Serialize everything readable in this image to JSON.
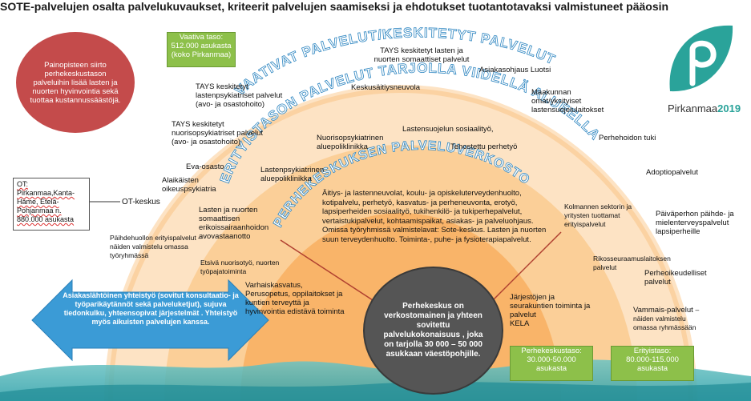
{
  "title": "SOTE-palvelujen osalta palvelukuvaukset, kriteerit palvelujen saamiseksi ja ehdotukset tuotantotavaksi valmistuneet pääosin",
  "logo": {
    "name": "Pirkanmaa",
    "year": "2019"
  },
  "arc_labels": {
    "outer": "VAATIVAT PALVELUT/KESKITETYT PALVELUT",
    "middle": "ERITYISTASON PALVELUT TARJOLLA VIIDELLÄ ALUEELLA",
    "inner": "PERHEKESKUKSEN PALVELUVERKOSTO"
  },
  "boxes": {
    "vaativa": "Vaativa taso:\n512.000 asukasta\n(koko Pirkanmaa)",
    "ot": "OT:\nPirkanmaa,Kanta-Häme, Etelä-Pohjanmaa n. 880.000 asukasta",
    "perhekeskustaso": "Perhekeskustaso:\n30.000-50.000\nasukasta",
    "erityistaso": "Erityistaso:\n80.000-115.000\nasukasta"
  },
  "red_circle": "Painopisteen siirto perhekeskustason palveluihin lisää lasten ja nuorten hyvinvointia sekä tuottaa kustannussäästöjä.",
  "center_circle": "Perhekeskus on verkostomainen ja yhteen sovitettu palvelukokonaisuus , joka on tarjolla 30 000 – 50 000 asukkaan väestöpohjille.",
  "arrow_text": "Asiakaslähtöinen yhteistyö (sovitut konsultaatio- ja työparikäytännöt sekä palveluketjut), sujuva tiedonkulku, yhteensopivat järjestelmät . Yhteistyö myös aikuisten palvelujen kanssa.",
  "labels": {
    "ot_keskus": "OT-keskus",
    "tays_lasten_nuorten": "TAYS keskitetyt lasten ja nuorten somaattiset palvelut",
    "asiakasohjaus": "Asiakasohjaus Luotsi",
    "tays_lastenpsyk": "TAYS keskitetyt lastenpsykiatriset palvelut (avo- ja osastohoito)",
    "keskussairaala": "Keskusäitiysneuvola",
    "maakunnan": "Maakunnan omat/yksityiset lastensuojelulaitokset",
    "tays_nuorisopsyk": "TAYS keskitetyt nuorisopsykiatriset palvelut (avo- ja osastohoito)",
    "lastensuojelun": "Lastensuojelun sosiaalityö,",
    "nuorisopsyk_alue": "Nuorisopsykiatrinen aluepoliklinikka",
    "tehostettu": "Tehostettu perhetyö",
    "perhehoidon": "Perhehoidon tuki",
    "eva": "Eva-osasto",
    "alaikaisten": "Alaikäisten oikeuspsykiatria",
    "lastenpsyk_alue": "Lastenpsykiatrinen aluepoliklinikka",
    "adoptio": "Adoptiopalvelut",
    "lasten_nuorten_somaattisen": "Lasten ja nuorten somaattisen erikoissairaanhoidon avovastaanotto",
    "paihdehuollon": "Päihdehuollon erityispalvelut – näiden valmistelu omassa työryhmässä",
    "etsiva": "Etsivä nuorisotyö, nuorten työpajatoiminta",
    "perhekeskus_list": "Äitiys- ja lastenneuvolat, koulu- ja opiskeluterveydenhuolto, kotipalvelu, perhetyö, kasvatus- ja perheneuvonta, erotyö, lapsiperheiden sosiaalityö, tukihenkilö- ja tukiperhepalvelut, vertaistukipalvelut, kohtaamispaikat, asiakas- ja palveluohjaus. Omissa työryhmissä valmistelavat: Sote-keskus. Lasten ja nuorten suun terveydenhuolto. Toiminta-, puhe- ja fysioterapiapalvelut.",
    "kolmannen": "Kolmannen sektorin ja yritysten tuottamat erityispalvelut",
    "paivaperhon": "Päiväperhon päihde- ja mielenterveyspalvelut lapsiperheille",
    "rikos": "Rikosseuraamuslaitoksen palvelut",
    "perheoikeudelliset": "Perheoikeudelliset palvelut",
    "varhaiskasvatus": "Varhaiskasvatus, Perusopetus, oppilaitokset ja kuntien terveyttä ja hyvinvointia edistävä toiminta",
    "jarjestojen": "Järjestöjen ja seurakuntien toiminta ja palvelut\nKELA",
    "vammais_title": "Vammais-palvelut",
    "vammais_note": "– näiden valmistelu omassa ryhmässään"
  }
}
